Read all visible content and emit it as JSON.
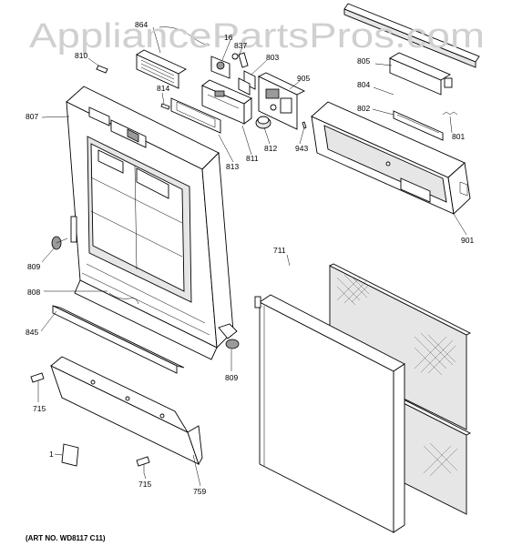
{
  "watermark": "AppliancePartsPros.com",
  "art_number": "(ART NO. WD8117 C11)",
  "callouts": {
    "c864": "864",
    "c16": "16",
    "c837": "837",
    "c810": "810",
    "c803": "803",
    "c905": "905",
    "c805": "805",
    "c804": "804",
    "c802": "802",
    "c801": "801",
    "c814": "814",
    "c807": "807",
    "c812": "812",
    "c943": "943",
    "c813": "813",
    "c811": "811",
    "c901": "901",
    "c711": "711",
    "c809a": "809",
    "c808": "808",
    "c845": "845",
    "c809b": "809",
    "c715a": "715",
    "c1": "1",
    "c715b": "715",
    "c759": "759"
  }
}
